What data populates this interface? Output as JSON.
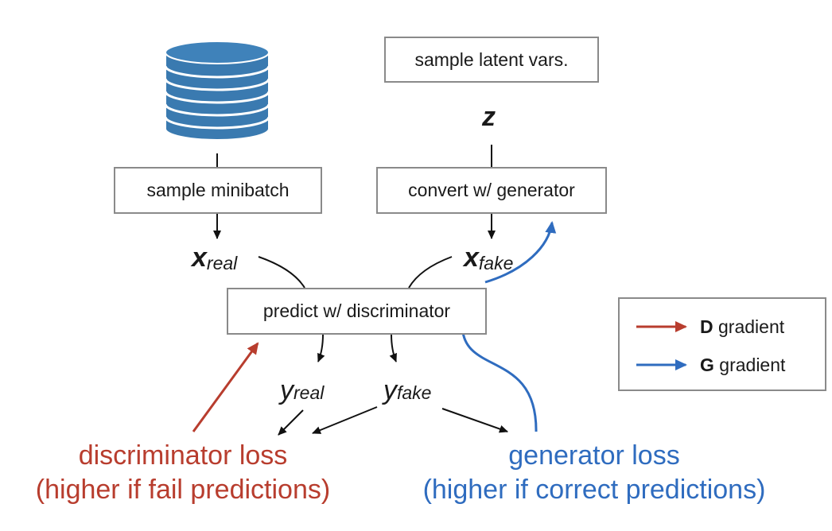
{
  "colors": {
    "d_gradient": "#b83d2e",
    "g_gradient": "#2f6cbf",
    "database": "#3a7ab0",
    "box_border": "#8a8a8a",
    "arrow": "#111111"
  },
  "boxes": {
    "sample_latent": "sample latent vars.",
    "sample_minibatch": "sample minibatch",
    "convert_generator": "convert w/ generator",
    "predict_discriminator": "predict w/ discriminator"
  },
  "variables": {
    "z": "z",
    "x_real": {
      "base": "x",
      "sub": "real"
    },
    "x_fake": {
      "base": "x",
      "sub": "fake"
    },
    "y_real": {
      "base": "y",
      "sub": "real"
    },
    "y_fake": {
      "base": "y",
      "sub": "fake"
    }
  },
  "losses": {
    "discriminator": {
      "title": "discriminator loss",
      "detail": "(higher if fail predictions)"
    },
    "generator": {
      "title": "generator loss",
      "detail": "(higher if correct predictions)"
    }
  },
  "legend": {
    "d": {
      "key": "D",
      "label": "gradient"
    },
    "g": {
      "key": "G",
      "label": "gradient"
    }
  },
  "icons": {
    "dataset": "database-icon"
  }
}
